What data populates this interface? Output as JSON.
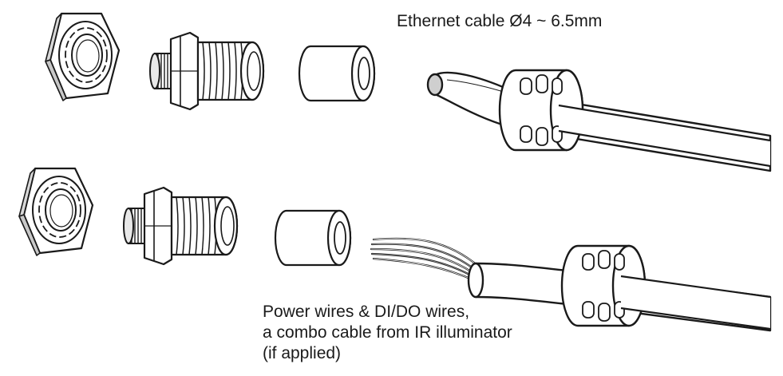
{
  "labels": {
    "ethernet": "Ethernet cable Ø4 ~ 6.5mm",
    "power_line1": "Power wires & DI/DO wires,",
    "power_line2": "a combo cable from IR illuminator",
    "power_line3": "(if applied)"
  },
  "colors": {
    "stroke": "#1a1a1a",
    "fill": "#ffffff",
    "shade": "#d0d0d0",
    "wire": "#888888"
  }
}
